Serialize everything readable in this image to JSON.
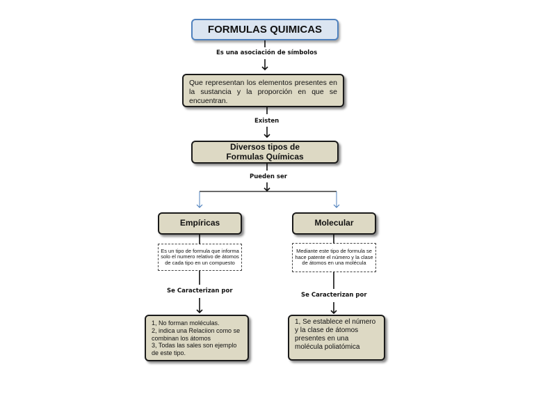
{
  "title": "FORMULAS QUIMICAS",
  "connector1": "Es una asociación  de símbolos",
  "definition": "Que representan los elementos presentes en la sustancia y la proporción en que se encuentran.",
  "connector2": "Existen",
  "types_box": "Diversos tipos de\nFormulas Químicas",
  "connector3": "Pueden ser",
  "empiricas": {
    "label": "Empíricas",
    "description": "Es un tipo de formula que informa solo el numero relativo de átomos  de cada tipo en un compuesto",
    "connector": "Se Caracterizan por",
    "characteristics": "1, No forman moléculas.\n2, indica  una Relaciion como se combinan los átomos\n3, Todas las sales son ejemplo de este tipo."
  },
  "molecular": {
    "label": "Molecular",
    "description": "Mediante este tipo de formula se hace patente  el número y la clase de átomos en una molécula",
    "connector": "Se Caracterizan por",
    "characteristics": "1, Se establece el número y la clase de átomos presentes en una molécula poliatómica"
  },
  "colors": {
    "box_fill": "#ddd9c4",
    "title_fill": "#dbe5f1",
    "title_border": "#4f81bd",
    "branch_arrow": "#4f81bd"
  }
}
